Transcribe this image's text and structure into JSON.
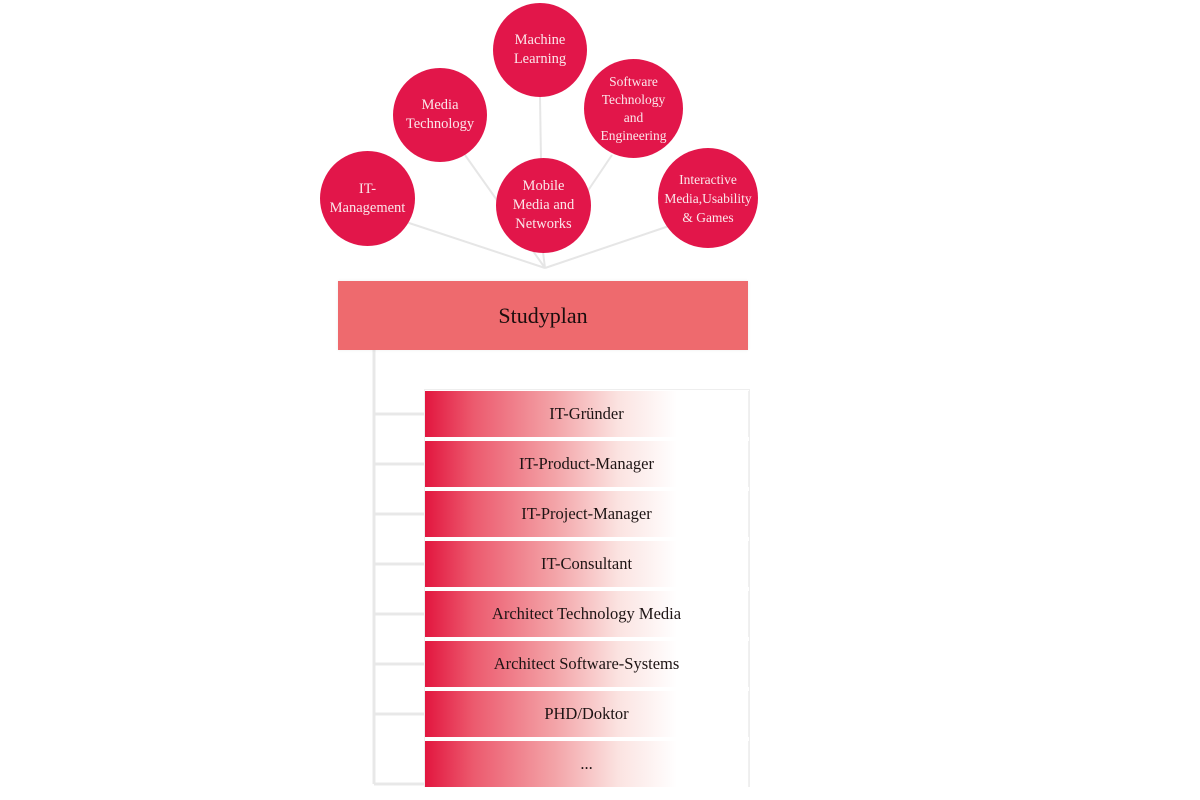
{
  "diagram": {
    "title": "Studyplan",
    "colors": {
      "circle_fill": "#e2164a",
      "circle_text": "#fbe6ea",
      "studyplan_fill": "#ee6a6e",
      "role_gradient_start": "#e2163f",
      "connector_line": "#e6e6e6"
    },
    "specializations": [
      {
        "label": "Machine\nLearning"
      },
      {
        "label": "Media\nTechnology"
      },
      {
        "label": "Software\nTechnology\nand\nEngineering"
      },
      {
        "label": "IT-\nManagement"
      },
      {
        "label": "Mobile\nMedia and\nNetworks"
      },
      {
        "label": "Interactive\nMedia,Usability\n& Games"
      }
    ],
    "career_paths": [
      {
        "label": "IT-Gründer"
      },
      {
        "label": "IT-Product-Manager"
      },
      {
        "label": "IT-Project-Manager"
      },
      {
        "label": "IT-Consultant"
      },
      {
        "label": "Architect Technology Media"
      },
      {
        "label": "Architect Software-Systems"
      },
      {
        "label": "PHD/Doktor"
      },
      {
        "label": "..."
      }
    ]
  }
}
